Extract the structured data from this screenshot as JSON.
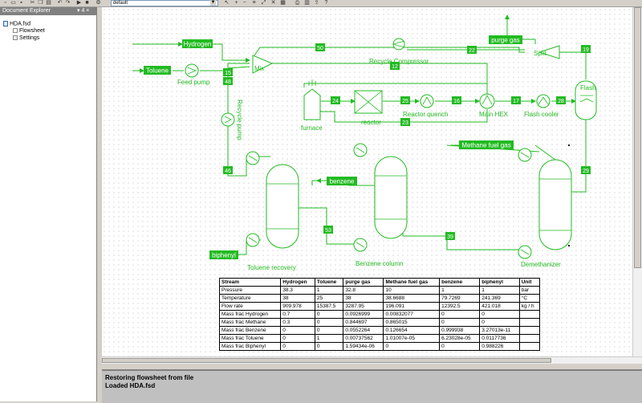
{
  "window": {
    "combo_value": "default"
  },
  "explorer": {
    "title": "Document Explorer",
    "pin_glyph": "▾ 4 ×",
    "tree": {
      "root": "HDA.fsd",
      "children": [
        "Flowsheet",
        "Settings"
      ]
    }
  },
  "flowsheet": {
    "stream_color": "#22bb22",
    "unit_labels": {
      "mix": "Mix",
      "split": "Split",
      "flash": "Flash",
      "recycle_compressor": "Recycle Compressor",
      "feed_pump": "Feed pump",
      "recycle_pump": "Recycle pump",
      "furnace": "furnace",
      "reactor": "reactor",
      "reactor_quench": "Reactor quench",
      "main_hex": "Main HEX",
      "flash_cooler": "Flash cooler",
      "toluene_recovery": "Toluene recovery",
      "benzene_column": "Benzene column",
      "demethanizer": "Demethanizer"
    },
    "feeds_products": {
      "hydrogen": "Hydrogen",
      "toluene": "Toluene",
      "purge_gas": "purge gas",
      "methane_fuel_gas": "Methane fuel gas",
      "benzene": "benzene",
      "biphenyl": "biphenyl"
    },
    "stream_numbers": {
      "s50": "50",
      "s22": "22",
      "s19": "19",
      "s15": "15",
      "s12": "12",
      "s48": "48",
      "s24": "24",
      "s25": "25",
      "s16": "16",
      "s17": "17",
      "s28": "28",
      "s23": "23",
      "s46": "46",
      "s29": "29",
      "s53": "53",
      "s39": "39"
    }
  },
  "stream_table": {
    "headers": [
      "Stream",
      "Hydrogen",
      "Toluene",
      "purge gas",
      "Methane fuel gas",
      "benzene",
      "biphenyl",
      "Unit"
    ],
    "rows": [
      [
        "Pressure",
        "38.3",
        "1",
        "32.8",
        "10",
        "1",
        "1",
        "bar"
      ],
      [
        "Temperature",
        "38",
        "25",
        "38",
        "38.6688",
        "79.7269",
        "241.369",
        "°C"
      ],
      [
        "Flow rate",
        "909.978",
        "15387.5",
        "3287.95",
        "196.091",
        "12392.5",
        "421.018",
        "kg / h"
      ],
      [
        "Mass frac Hydrogen",
        "0.7",
        "0",
        "0.0926999",
        "0.00832077",
        "0",
        "0",
        ""
      ],
      [
        "Mass frac Methane",
        "0.3",
        "0",
        "0.844697",
        "0.865015",
        "0",
        "0",
        ""
      ],
      [
        "Mass frac Benzene",
        "0",
        "0",
        "0.0552264",
        "0.126654",
        "0.999938",
        "3.27013e-11",
        ""
      ],
      [
        "Mass frac Toluene",
        "0",
        "1",
        "0.00737562",
        "1.01007e-05",
        "6.23028e-05",
        "0.0117736",
        ""
      ],
      [
        "Mass frac Biphenyl",
        "0",
        "0",
        "1.59434e-06",
        "0",
        "0",
        "0.988226",
        ""
      ]
    ]
  },
  "log": {
    "lines": [
      "Restoring flowsheet from file",
      "Loaded HDA.fsd"
    ]
  }
}
